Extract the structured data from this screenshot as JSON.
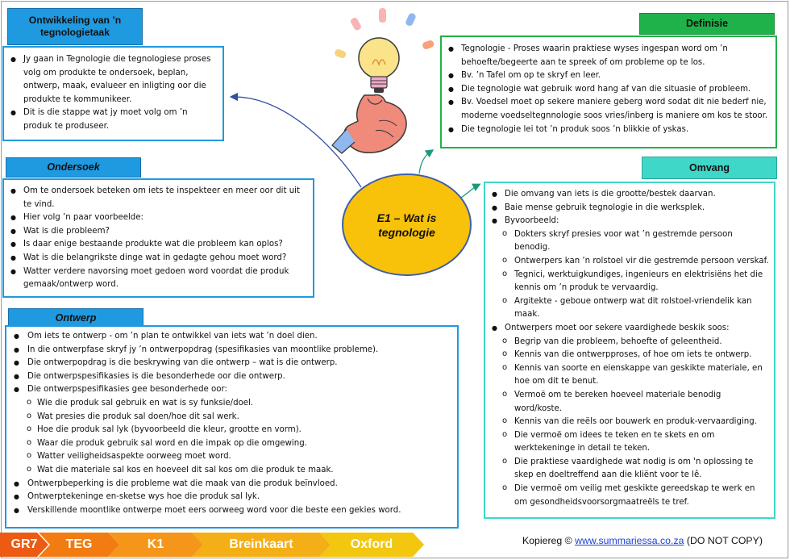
{
  "center": {
    "title": "E1 – Wat is tegnologie"
  },
  "development": {
    "title": "Ontwikkeling van ’n tegnologietaak",
    "items": [
      "Jy gaan in Tegnologie die tegnologiese proses volg om produkte te ondersoek, beplan, ontwerp, maak, evalueer en inligting oor die produkte te kommunikeer.",
      "Dit is die stappe wat jy moet volg om ’n produk te produseer."
    ]
  },
  "ondersoek": {
    "title": "Ondersoek",
    "items": [
      "Om te ondersoek beteken om iets te inspekteer en meer oor dit uit te vind.",
      "Hier volg ’n paar voorbeelde:",
      "Wat is die probleem?",
      "Is daar enige bestaande produkte wat die probleem kan oplos?",
      "Wat is die belangrikste dinge wat in gedagte gehou moet word?",
      "Watter verdere navorsing moet gedoen word voordat die produk gemaak/ontwerp word."
    ]
  },
  "ontwerp": {
    "title": "Ontwerp",
    "items_a": [
      "Om iets te ontwerp - om ’n plan te ontwikkel van iets wat ’n doel dien.",
      "In die ontwerpfase skryf jy ’n ontwerpopdrag (spesifikasies van moontlike probleme).",
      "Die ontwerpopdrag is die beskrywing van die ontwerp – wat is die ontwerp.",
      "Die ontwerpspesifikasies is die besonderhede oor die ontwerp.",
      "Die ontwerpspesifikasies gee besonderhede oor:"
    ],
    "subitems": [
      "Wie die produk sal gebruik en wat is sy funksie/doel.",
      "Wat presies die produk sal doen/hoe dit sal werk.",
      "Hoe die produk sal lyk (byvoorbeeld die kleur, grootte en vorm).",
      "Waar die produk gebruik sal word en die impak op die omgewing.",
      "Watter veiligheidsaspekte oorweeg moet word.",
      "Wat die materiale sal kos en hoeveel dit sal kos om die produk te maak."
    ],
    "items_b": [
      "Ontwerpbeperking is die probleme wat die maak van die produk beïnvloed.",
      "Ontwerptekeninge en-sketse wys hoe die produk sal lyk.",
      "Verskillende moontlike ontwerpe moet eers oorweeg word voor die beste een gekies word."
    ]
  },
  "definisie": {
    "title": "Definisie",
    "items": [
      "Tegnologie - Proses waarin praktiese wyses ingespan word om ’n behoefte/begeerte aan te spreek of om probleme op te los.",
      "Bv. ’n Tafel om op te skryf en leer.",
      "Die tegnologie wat gebruik word hang af van die situasie of probleem.",
      "Bv. Voedsel moet op sekere maniere geberg word sodat dit nie bederf nie, moderne voedseltegnnologie soos vries/inberg is maniere om kos te stoor.",
      "Die tegnologie lei tot ’n produk soos ’n blikkie of yskas."
    ]
  },
  "omvang": {
    "title": "Omvang",
    "items_a": [
      "Die omvang van iets is die grootte/bestek daarvan.",
      "Baie mense gebruik tegnologie in die werksplek.",
      "Byvoorbeeld:"
    ],
    "sub_a": [
      "Dokters skryf presies voor wat ’n gestremde persoon benodig.",
      "Ontwerpers kan ’n rolstoel vir die gestremde persoon verskaf.",
      "Tegnici, werktuigkundiges, ingenieurs en elektrisiëns het die kennis om ’n produk te vervaardig.",
      "Argitekte - geboue ontwerp wat dit rolstoel-vriendelik kan maak."
    ],
    "items_b": [
      "Ontwerpers moet oor sekere vaardighede beskik soos:"
    ],
    "sub_b": [
      "Begrip van die probleem, behoefte of geleentheid.",
      "Kennis van die ontwerpproses, of hoe om iets te ontwerp.",
      "Kennis van soorte en eienskappe van geskikte materiale, en hoe om dit te benut.",
      "Vermoë om te bereken hoeveel materiale benodig word/koste.",
      "Kennis van die reëls oor bouwerk en produk-vervaardiging.",
      "Die vermoë om idees te teken en te skets en om werktekeninge in detail te teken.",
      "Die praktiese vaardighede wat nodig is om 'n oplossing te skep en doeltreffend aan die kliënt voor te lê.",
      "Die vermoë om veilig met geskikte gereedskap te werk en om gesondheidsvoorsorgmaatreëls te tref."
    ]
  },
  "footer": {
    "steps": [
      "GR7",
      "TEG",
      "K1",
      "Breinkaart",
      "Oxford"
    ],
    "copyright_prefix": "Kopiereg ©",
    "copyright_link": "www.summariessa.co.za",
    "copyright_suffix": "(DO NOT COPY)"
  },
  "colors": {
    "blue": "#1f99e0",
    "green": "#1fb24a",
    "teal": "#3fd7c8",
    "center_fill": "#f8c10a",
    "footer_orange": "#ec5a14"
  },
  "icons": {
    "illustration": "lightbulb-hand-icon"
  }
}
